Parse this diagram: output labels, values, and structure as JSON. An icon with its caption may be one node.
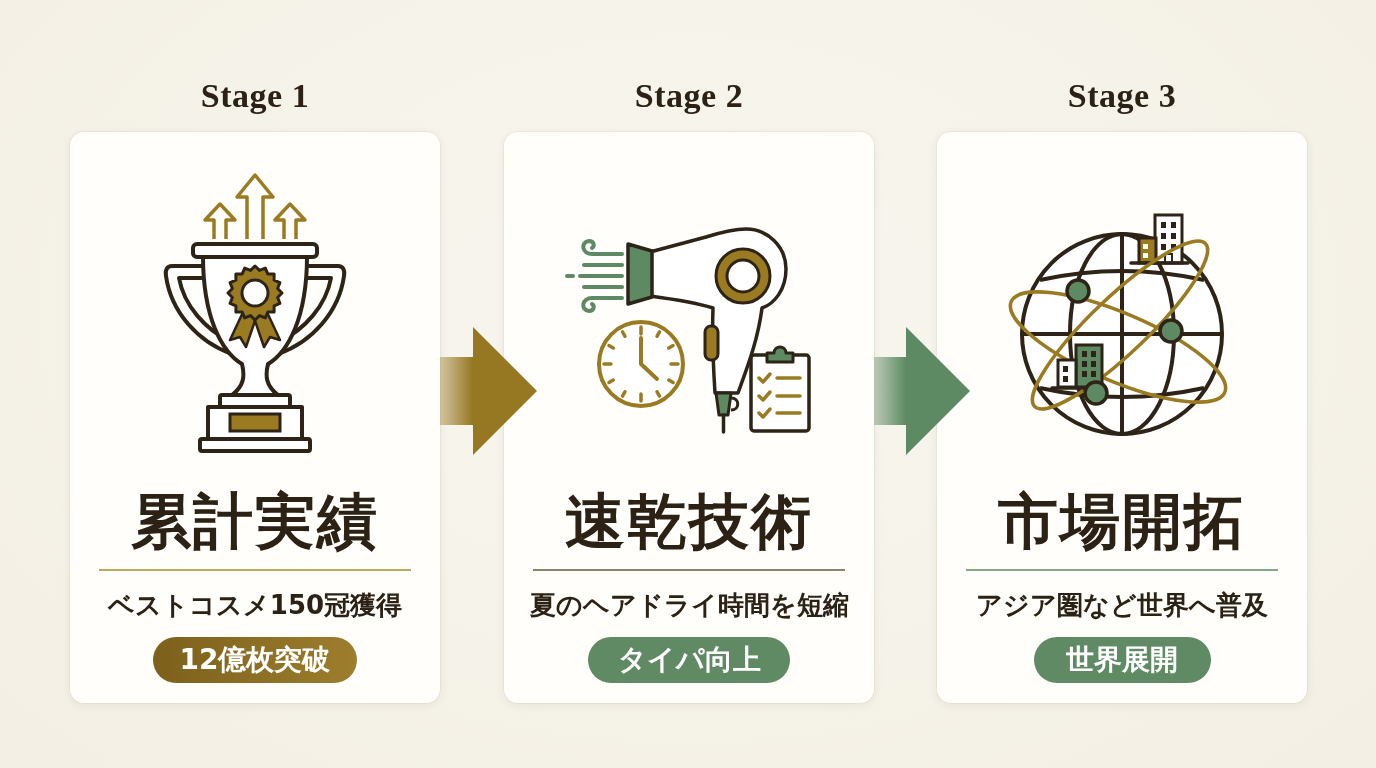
{
  "diagram": {
    "nodes": [
      {
        "text": [
          "Stage 1",
          "累計実績",
          "ベストコスメ150冠獲得"
        ]
      },
      {
        "text": [
          "12億枚突破"
        ],
        "in": 0
      },
      {
        "text": [
          "Stage 2",
          "速乾技術",
          "夏のヘアドライ時間を短縮"
        ]
      },
      {
        "text": [
          "タイパ向上"
        ],
        "in": 2
      },
      {
        "text": [
          "Stage 3",
          "市場開拓",
          "アジア圏など世界へ普及"
        ]
      },
      {
        "text": [
          "世界展開"
        ],
        "in": 4
      }
    ],
    "edges": [
      {
        "from": 0,
        "to": 2,
        "arrow": "to",
        "color": "#967722"
      },
      {
        "from": 2,
        "to": 4,
        "arrow": "to",
        "color": "#5e8a63"
      }
    ]
  }
}
